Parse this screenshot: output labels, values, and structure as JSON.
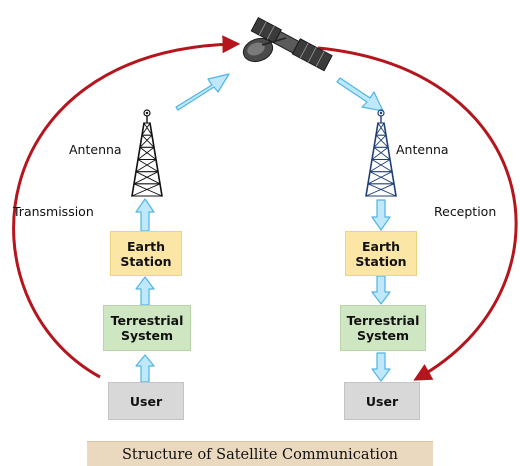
{
  "caption": "Structure of Satellite Communication",
  "left_chain": {
    "side_label": "Transmission",
    "antenna": "Antenna",
    "earth_station": [
      "Earth",
      "Station"
    ],
    "terrestrial_system": [
      "Terrestrial",
      "System"
    ],
    "user": "User",
    "tower_color": "#111111"
  },
  "right_chain": {
    "side_label": "Reception",
    "antenna": "Antenna",
    "earth_station": [
      "Earth",
      "Station"
    ],
    "terrestrial_system": [
      "Terrestrial",
      "System"
    ],
    "user": "User",
    "tower_color": "#1f3f78"
  },
  "colors": {
    "arc": "#b5161e",
    "flow_arrow_fill": "#bfe8fb",
    "flow_arrow_stroke": "#4fb5e6",
    "earth_station_box": "#fbe6a6",
    "terrestrial_box": "#cfe6c3",
    "user_box": "#d8d8d8",
    "caption_bg": "#ead9be"
  },
  "icons": [
    "satellite-icon",
    "antenna-tower-icon"
  ]
}
